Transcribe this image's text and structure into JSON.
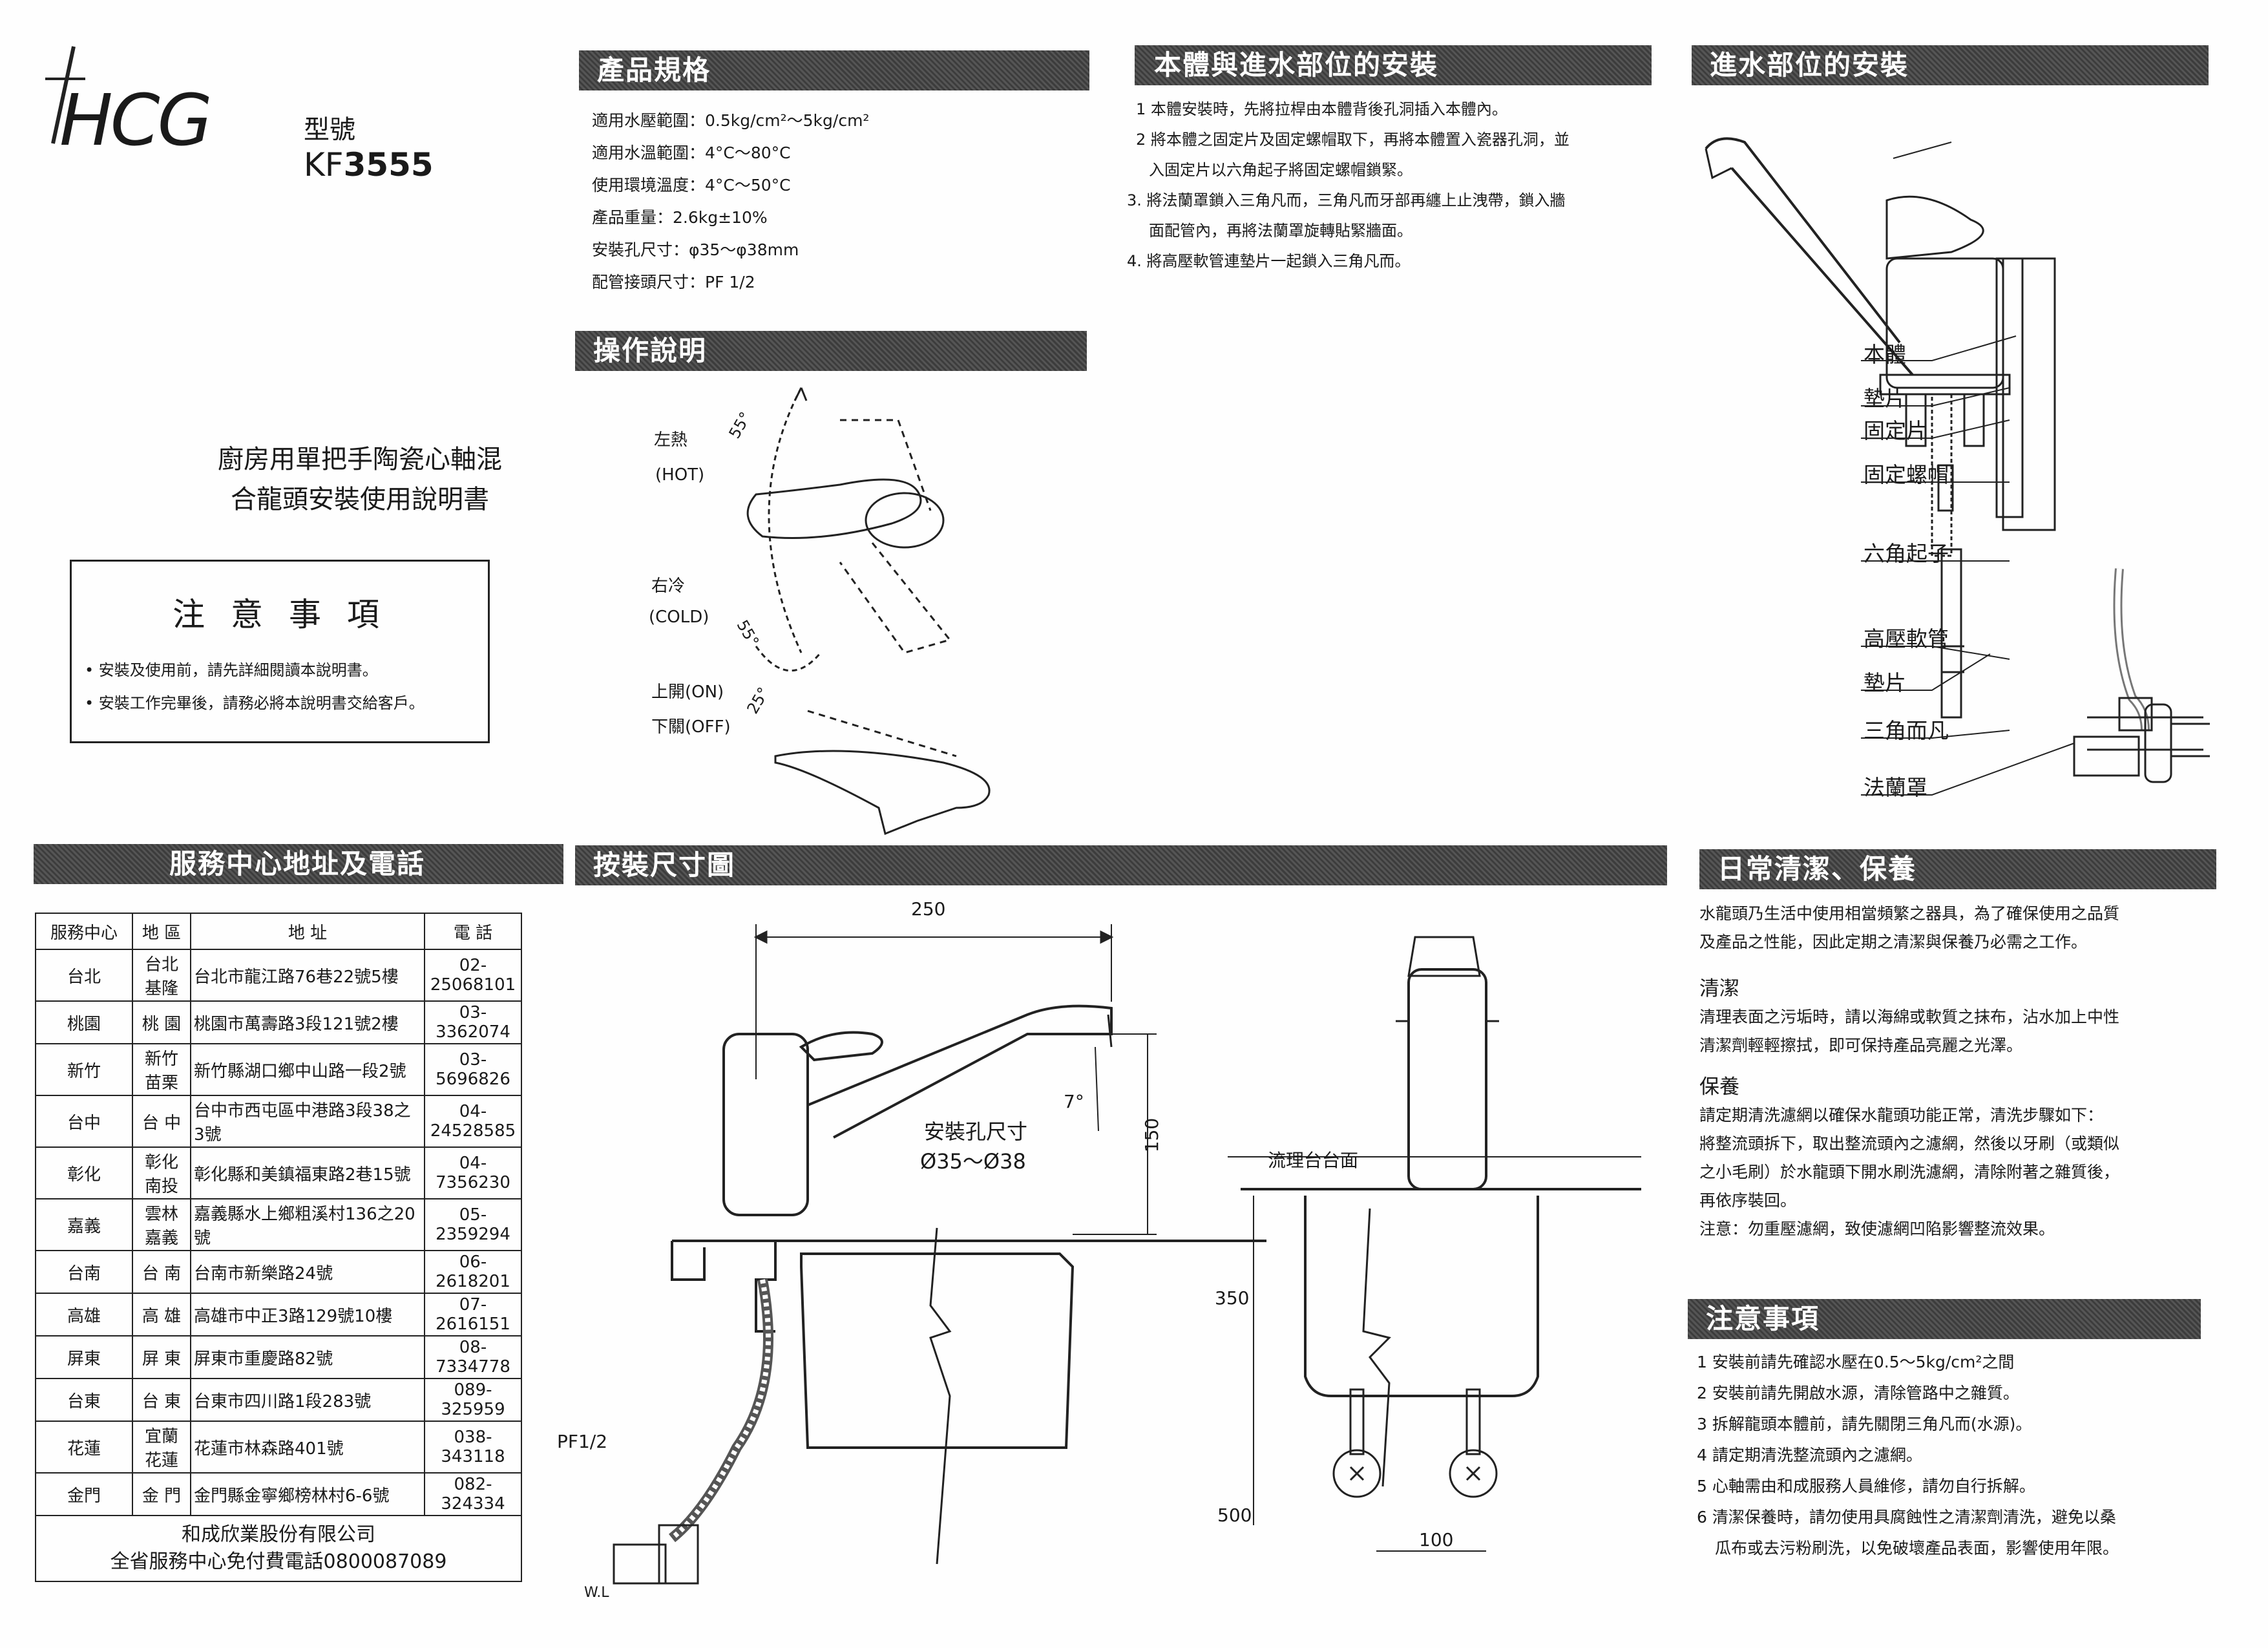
{
  "brand": {
    "logo": "HCG",
    "model_label": "型號",
    "model_prefix": "KF",
    "model_number": "3555"
  },
  "doc_title": {
    "line1": "廚房用單把手陶瓷心軸混",
    "line2": "合龍頭安裝使用說明書"
  },
  "notice": {
    "title": "注 意 事 項",
    "items": [
      "• 安裝及使用前，請先詳細閱讀本說明書。",
      "• 安裝工作完畢後，請務必將本說明書交給客戶。"
    ]
  },
  "specs": {
    "title": "產品規格",
    "lines": [
      "適用水壓範圍：0.5kg/cm²～5kg/cm²",
      "適用水溫範圍：4°C～80°C",
      "使用環境溫度：4°C～50°C",
      "產品重量：2.6kg±10%",
      "安裝孔尺寸：φ35～φ38mm",
      "配管接頭尺寸：PF 1/2"
    ]
  },
  "operation": {
    "title": "操作說明",
    "hot": "左熱",
    "hot_en": "(HOT)",
    "cold": "右冷",
    "cold_en": "(COLD)",
    "on": "上開(ON)",
    "off": "下關(OFF)",
    "angle1": "55°",
    "angle2": "55°",
    "angle3": "25°"
  },
  "body_install": {
    "title": "本體與進水部位的安裝",
    "steps": [
      "1 本體安裝時，先將拉桿由本體背後孔洞插入本體內。",
      "2 將本體之固定片及固定螺帽取下，再將本體置入瓷器孔洞，並",
      "入固定片以六角起子將固定螺帽鎖緊。",
      "3. 將法蘭罩鎖入三角凡而，三角凡而牙部再纏上止洩帶，鎖入牆",
      "面配管內，再將法蘭罩旋轉貼緊牆面。",
      "4. 將高壓軟管連墊片一起鎖入三角凡而。"
    ]
  },
  "inlet_install": {
    "title": "進水部位的安裝",
    "labels": [
      "本體",
      "墊片",
      "固定片",
      "固定螺帽",
      "六角起子",
      "高壓軟管",
      "墊片",
      "三角而凡",
      "法蘭罩"
    ]
  },
  "service": {
    "title": "服務中心地址及電話",
    "headers": [
      "服務中心",
      "地 區",
      "地 址",
      "電 話"
    ],
    "rows": [
      [
        "台北",
        "台北 基隆",
        "台北市龍江路76巷22號5樓",
        "02-25068101"
      ],
      [
        "桃園",
        "桃 園",
        "桃園市萬壽路3段121號2樓",
        "03-3362074"
      ],
      [
        "新竹",
        "新竹 苗栗",
        "新竹縣湖口鄉中山路一段2號",
        "03-5696826"
      ],
      [
        "台中",
        "台 中",
        "台中市西屯區中港路3段38之3號",
        "04-24528585"
      ],
      [
        "彰化",
        "彰化 南投",
        "彰化縣和美鎮福東路2巷15號",
        "04-7356230"
      ],
      [
        "嘉義",
        "雲林 嘉義",
        "嘉義縣水上鄉粗溪村136之20號",
        "05-2359294"
      ],
      [
        "台南",
        "台 南",
        "台南市新樂路24號",
        "06-2618201"
      ],
      [
        "高雄",
        "高 雄",
        "高雄市中正3路129號10樓",
        "07-2616151"
      ],
      [
        "屏東",
        "屏 東",
        "屏東市重慶路82號",
        "08-7334778"
      ],
      [
        "台東",
        "台 東",
        "台東市四川路1段283號",
        "089-325959"
      ],
      [
        "花蓮",
        "宜蘭 花蓮",
        "花蓮市林森路401號",
        "038-343118"
      ],
      [
        "金門",
        "金 門",
        "金門縣金寧鄉榜林村6-6號",
        "082-324334"
      ]
    ],
    "footer1": "和成欣業股份有限公司",
    "footer2": "全省服務中心免付費電話0800087089"
  },
  "dimensions": {
    "title": "按裝尺寸圖",
    "d250": "250",
    "d150": "150",
    "d7": "7°",
    "hole_label": "安裝孔尺寸",
    "hole_value": "Ø35～Ø38",
    "pf": "PF1/2",
    "wl": "W.L",
    "counter": "流理台台面",
    "d350": "350",
    "d500": "500",
    "d100": "100"
  },
  "cleaning": {
    "title": "日常清潔、保養",
    "intro": [
      "水龍頭乃生活中使用相當頻繁之器具，為了確保使用之品質",
      "及產品之性能，因此定期之清潔與保養乃必需之工作。"
    ],
    "clean_head": "清潔",
    "clean": [
      "清理表面之污垢時，請以海綿或軟質之抹布，沾水加上中性",
      "清潔劑輕輕擦拭，即可保持產品亮麗之光澤。"
    ],
    "care_head": "保養",
    "care": [
      "請定期清洗濾網以確保水龍頭功能正常，清洗步驟如下：",
      "將整流頭拆下，取出整流頭內之濾網，然後以牙刷（或類似",
      "之小毛刷）於水龍頭下開水刷洗濾網，清除附著之雜質後，",
      "再依序裝回。",
      "注意：勿重壓濾網，致使濾網凹陷影響整流效果。"
    ]
  },
  "cautions": {
    "title": "注意事項",
    "items": [
      "1 安裝前請先確認水壓在0.5～5kg/cm²之間",
      "2 安裝前請先開啟水源，清除管路中之雜質。",
      "3 拆解龍頭本體前，請先關閉三角凡而(水源)。",
      "4 請定期清洗整流頭內之濾網。",
      "5 心軸需由和成服務人員維修，請勿自行拆解。",
      "6 清潔保養時，請勿使用具腐蝕性之清潔劑清洗，避免以桑",
      "瓜布或去污粉刷洗，以免破壞產品表面，影響使用年限。"
    ]
  }
}
